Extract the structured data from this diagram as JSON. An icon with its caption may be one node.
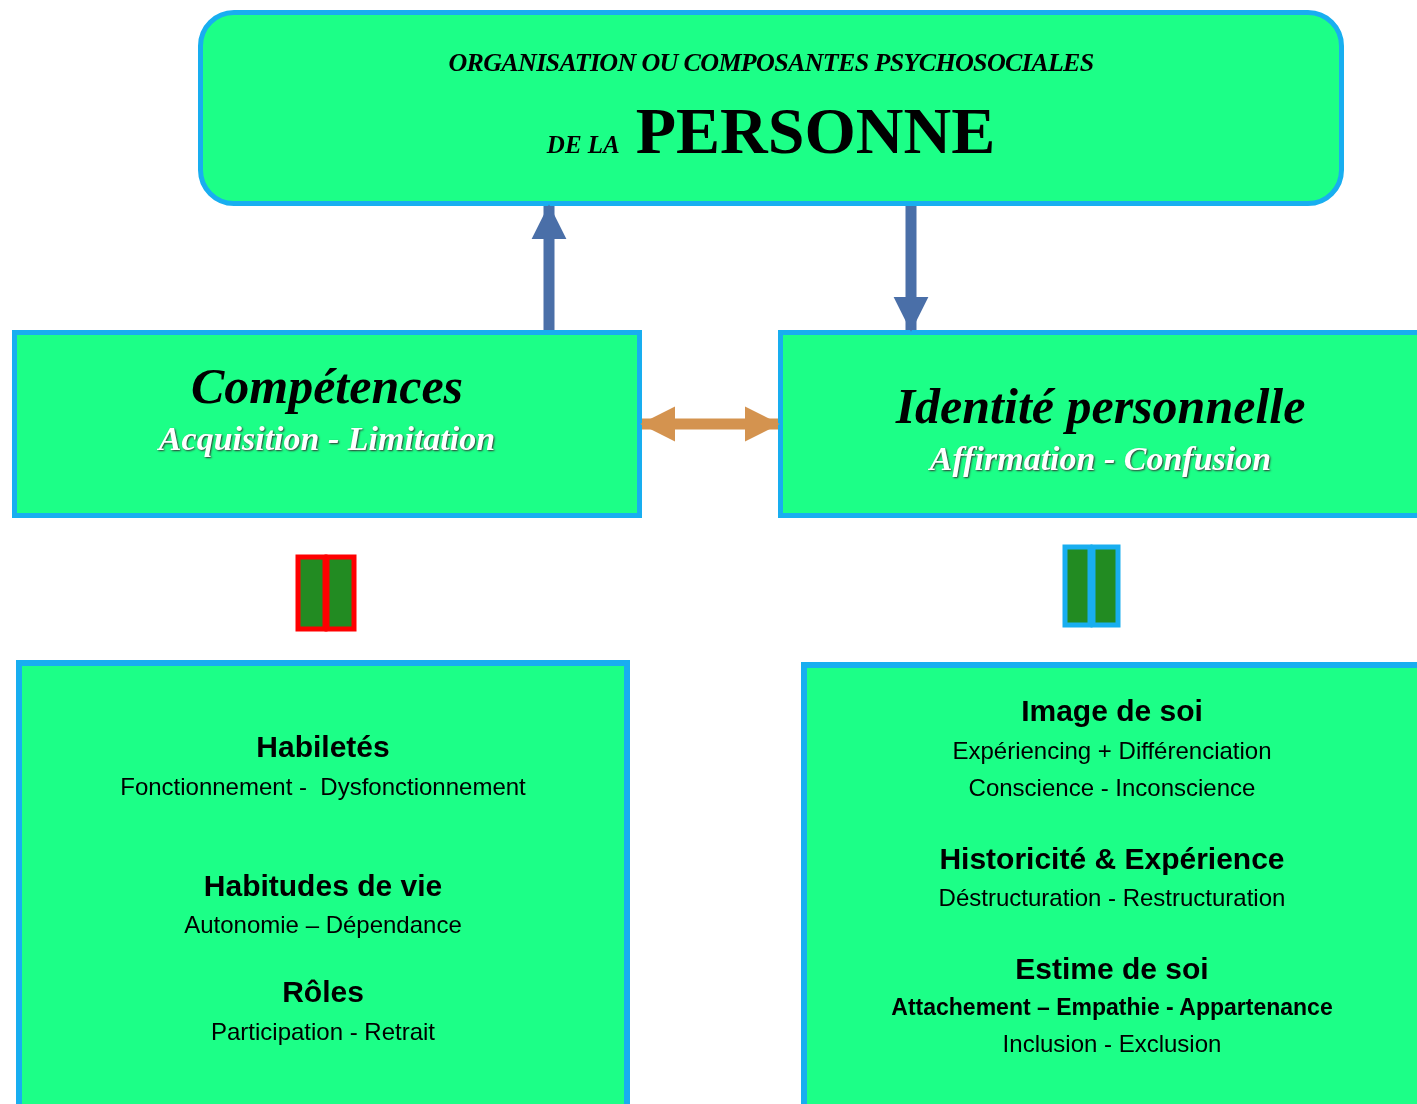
{
  "diagram": {
    "nodes": [
      {
        "text": [
          "ORGANISATION OU COMPOSANTES PSYCHOSOCIALES",
          "DE LA",
          "PERSONNE"
        ]
      },
      {
        "text": [
          "Compétences",
          "Acquisition - Limitation"
        ]
      },
      {
        "text": [
          "Identité personnelle",
          "Affirmation - Confusion"
        ]
      },
      {
        "text": [
          "Habiletés",
          "Fonctionnement -  Dysfonctionnement",
          "Habitudes de vie",
          "Autonomie – Dépendance",
          "Rôles",
          "Participation - Retrait"
        ]
      },
      {
        "text": [
          "Image de soi",
          "Expériencing + Différenciation",
          "Conscience - Inconscience",
          "Historicité & Expérience",
          "Déstructuration - Restructuration",
          "Estime de soi",
          "Attachement – Empathie - Appartenance",
          "Inclusion - Exclusion"
        ]
      }
    ],
    "edges": [
      {
        "from": 1,
        "to": 0,
        "arrow": "to"
      },
      {
        "from": 0,
        "to": 2,
        "arrow": "to"
      },
      {
        "from": 1,
        "to": 2,
        "arrow": "both",
        "color": "#d4934f"
      }
    ]
  }
}
